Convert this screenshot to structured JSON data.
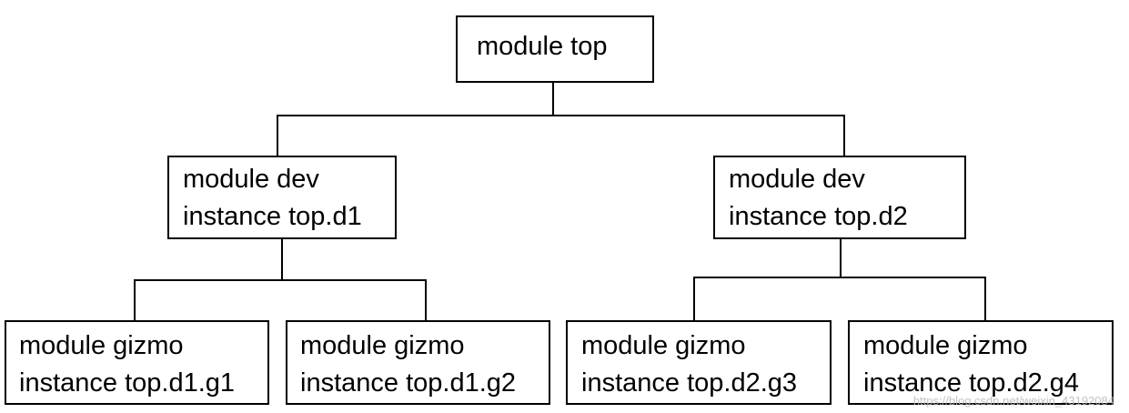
{
  "colors": {
    "stroke": "#000000",
    "background": "#ffffff",
    "watermark": "#b8b8b8"
  },
  "nodes": {
    "top": {
      "line1": "module top"
    },
    "d1": {
      "line1": "module dev",
      "line2": "instance top.d1"
    },
    "d2": {
      "line1": "module dev",
      "line2": "instance top.d2"
    },
    "g1": {
      "line1": "module gizmo",
      "line2": "instance top.d1.g1"
    },
    "g2": {
      "line1": "module gizmo",
      "line2": "instance top.d1.g2"
    },
    "g3": {
      "line1": "module gizmo",
      "line2": "instance top.d2.g3"
    },
    "g4": {
      "line1": "module gizmo",
      "line2": "instance top.d2.g4"
    }
  },
  "edges": [
    {
      "from": "top",
      "to": "d1"
    },
    {
      "from": "top",
      "to": "d2"
    },
    {
      "from": "d1",
      "to": "g1"
    },
    {
      "from": "d1",
      "to": "g2"
    },
    {
      "from": "d2",
      "to": "g3"
    },
    {
      "from": "d2",
      "to": "g4"
    }
  ],
  "watermark": "https://blog.csdn.net/weixin_43192084"
}
